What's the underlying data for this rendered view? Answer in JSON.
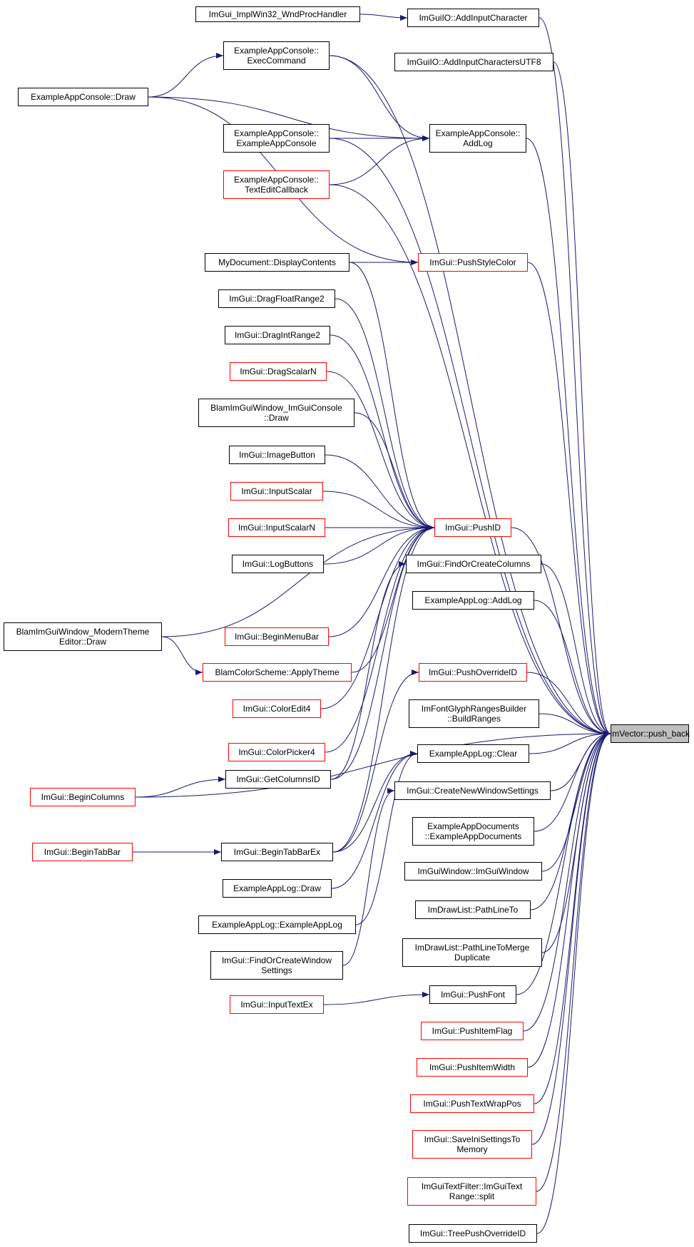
{
  "diagram": {
    "type": "call-graph",
    "colors": {
      "edge": "#191970",
      "node_border": "#000000",
      "node_border_truncated": "#ff0000",
      "focus_fill": "#bfbfbf"
    },
    "focus": "n_push_back",
    "nodes": [
      {
        "id": "n_wndproc",
        "label": "ImGui_ImplWin32_WndProcHandler",
        "border": "black"
      },
      {
        "id": "n_addinputchar",
        "label": "ImGuiIO::AddInputCharacter",
        "border": "black"
      },
      {
        "id": "n_addinpututf8",
        "label": "ImGuiIO::AddInputCharactersUTF8",
        "border": "black"
      },
      {
        "id": "n_execcmd",
        "label": "ExampleAppConsole::\nExecCommand",
        "border": "black"
      },
      {
        "id": "n_consoledraw",
        "label": "ExampleAppConsole::Draw",
        "border": "black"
      },
      {
        "id": "n_consolector",
        "label": "ExampleAppConsole::\nExampleAppConsole",
        "border": "black"
      },
      {
        "id": "n_consoleaddlog",
        "label": "ExampleAppConsole::\nAddLog",
        "border": "black"
      },
      {
        "id": "n_texteditcb",
        "label": "ExampleAppConsole::\nTextEditCallback",
        "border": "red"
      },
      {
        "id": "n_displaycontents",
        "label": "MyDocument::DisplayContents",
        "border": "black"
      },
      {
        "id": "n_pushstylecolor",
        "label": "ImGui::PushStyleColor",
        "border": "red"
      },
      {
        "id": "n_dragfloatrange2",
        "label": "ImGui::DragFloatRange2",
        "border": "black"
      },
      {
        "id": "n_dragintrange2",
        "label": "ImGui::DragIntRange2",
        "border": "black"
      },
      {
        "id": "n_dragscalarn",
        "label": "ImGui::DragScalarN",
        "border": "red"
      },
      {
        "id": "n_blamconsoledraw",
        "label": "BlamImGuiWindow_ImGuiConsole\n::Draw",
        "border": "black"
      },
      {
        "id": "n_imagebutton",
        "label": "ImGui::ImageButton",
        "border": "black"
      },
      {
        "id": "n_inputscalar",
        "label": "ImGui::InputScalar",
        "border": "red"
      },
      {
        "id": "n_inputscalarn",
        "label": "ImGui::InputScalarN",
        "border": "red"
      },
      {
        "id": "n_pushid",
        "label": "ImGui::PushID",
        "border": "red"
      },
      {
        "id": "n_logbuttons",
        "label": "ImGui::LogButtons",
        "border": "black"
      },
      {
        "id": "n_findorcreatecols",
        "label": "ImGui::FindOrCreateColumns",
        "border": "black"
      },
      {
        "id": "n_applogaddlog",
        "label": "ExampleAppLog::AddLog",
        "border": "black"
      },
      {
        "id": "n_blamthemedraw",
        "label": "BlamImGuiWindow_ModernTheme\nEditor::Draw",
        "border": "black"
      },
      {
        "id": "n_beginmenubar",
        "label": "ImGui::BeginMenuBar",
        "border": "red"
      },
      {
        "id": "n_applytheme",
        "label": "BlamColorScheme::ApplyTheme",
        "border": "red"
      },
      {
        "id": "n_pushoverrideid",
        "label": "ImGui::PushOverrideID",
        "border": "red"
      },
      {
        "id": "n_coloredit4",
        "label": "ImGui::ColorEdit4",
        "border": "red"
      },
      {
        "id": "n_buildranges",
        "label": "ImFontGlyphRangesBuilder\n::BuildRanges",
        "border": "black"
      },
      {
        "id": "n_push_back",
        "label": "ImVector::push_back",
        "border": "black",
        "focus": true
      },
      {
        "id": "n_colorpicker4",
        "label": "ImGui::ColorPicker4",
        "border": "red"
      },
      {
        "id": "n_applogclear",
        "label": "ExampleAppLog::Clear",
        "border": "black"
      },
      {
        "id": "n_getcolumnsid",
        "label": "ImGui::GetColumnsID",
        "border": "black"
      },
      {
        "id": "n_begincolumns",
        "label": "ImGui::BeginColumns",
        "border": "red"
      },
      {
        "id": "n_createwinsettings",
        "label": "ImGui::CreateNewWindowSettings",
        "border": "black"
      },
      {
        "id": "n_appdocsctor",
        "label": "ExampleAppDocuments\n::ExampleAppDocuments",
        "border": "black"
      },
      {
        "id": "n_begintabbar",
        "label": "ImGui::BeginTabBar",
        "border": "red"
      },
      {
        "id": "n_begintabbarex",
        "label": "ImGui::BeginTabBarEx",
        "border": "black"
      },
      {
        "id": "n_imguiwindowctor",
        "label": "ImGuiWindow::ImGuiWindow",
        "border": "black"
      },
      {
        "id": "n_applogdraw",
        "label": "ExampleAppLog::Draw",
        "border": "black"
      },
      {
        "id": "n_pathlineto",
        "label": "ImDrawList::PathLineTo",
        "border": "black"
      },
      {
        "id": "n_applogctor",
        "label": "ExampleAppLog::ExampleAppLog",
        "border": "black"
      },
      {
        "id": "n_pathlinetomerge",
        "label": "ImDrawList::PathLineToMerge\nDuplicate",
        "border": "black"
      },
      {
        "id": "n_findorcreatewinsettings",
        "label": "ImGui::FindOrCreateWindow\nSettings",
        "border": "black"
      },
      {
        "id": "n_pushfont",
        "label": "ImGui::PushFont",
        "border": "black"
      },
      {
        "id": "n_inputtextex",
        "label": "ImGui::InputTextEx",
        "border": "red"
      },
      {
        "id": "n_pushitemflag",
        "label": "ImGui::PushItemFlag",
        "border": "red"
      },
      {
        "id": "n_pushitemwidth",
        "label": "ImGui::PushItemWidth",
        "border": "red"
      },
      {
        "id": "n_pushtextwrappos",
        "label": "ImGui::PushTextWrapPos",
        "border": "red"
      },
      {
        "id": "n_saveinisettings",
        "label": "ImGui::SaveIniSettingsTo\nMemory",
        "border": "red"
      },
      {
        "id": "n_textfiltersplit",
        "label": "ImGuiTextFilter::ImGuiText\nRange::split",
        "border": "red"
      },
      {
        "id": "n_treepushoverrideid",
        "label": "ImGui::TreePushOverrideID",
        "border": "black"
      }
    ],
    "edges": [
      [
        "n_wndproc",
        "n_addinputchar"
      ],
      [
        "n_consoledraw",
        "n_execcmd"
      ],
      [
        "n_consoledraw",
        "n_consoleaddlog"
      ],
      [
        "n_execcmd",
        "n_consoleaddlog"
      ],
      [
        "n_consolector",
        "n_consoleaddlog"
      ],
      [
        "n_texteditcb",
        "n_consoleaddlog"
      ],
      [
        "n_consoledraw",
        "n_pushstylecolor"
      ],
      [
        "n_displaycontents",
        "n_pushstylecolor"
      ],
      [
        "n_displaycontents",
        "n_pushid"
      ],
      [
        "n_dragfloatrange2",
        "n_pushid"
      ],
      [
        "n_dragintrange2",
        "n_pushid"
      ],
      [
        "n_dragscalarn",
        "n_pushid"
      ],
      [
        "n_blamconsoledraw",
        "n_pushid"
      ],
      [
        "n_imagebutton",
        "n_pushid"
      ],
      [
        "n_inputscalar",
        "n_pushid"
      ],
      [
        "n_inputscalarn",
        "n_pushid"
      ],
      [
        "n_logbuttons",
        "n_pushid"
      ],
      [
        "n_blamthemedraw",
        "n_pushid"
      ],
      [
        "n_beginmenubar",
        "n_pushid"
      ],
      [
        "n_applytheme",
        "n_pushid"
      ],
      [
        "n_coloredit4",
        "n_pushid"
      ],
      [
        "n_colorpicker4",
        "n_pushid"
      ],
      [
        "n_getcolumnsid",
        "n_pushid"
      ],
      [
        "n_begintabbarex",
        "n_pushid"
      ],
      [
        "n_blamthemedraw",
        "n_applytheme"
      ],
      [
        "n_getcolumnsid",
        "n_findorcreatecols"
      ],
      [
        "n_begincolumns",
        "n_getcolumnsid"
      ],
      [
        "n_begintabbar",
        "n_begintabbarex"
      ],
      [
        "n_begintabbarex",
        "n_pushoverrideid"
      ],
      [
        "n_begintabbarex",
        "n_applogclear"
      ],
      [
        "n_applogdraw",
        "n_applogclear"
      ],
      [
        "n_applogctor",
        "n_applogclear"
      ],
      [
        "n_findorcreatewinsettings",
        "n_createwinsettings"
      ],
      [
        "n_inputtextex",
        "n_pushfont"
      ],
      [
        "n_addinputchar",
        "n_push_back"
      ],
      [
        "n_addinpututf8",
        "n_push_back"
      ],
      [
        "n_execcmd",
        "n_push_back"
      ],
      [
        "n_consoleaddlog",
        "n_push_back"
      ],
      [
        "n_consolector",
        "n_push_back"
      ],
      [
        "n_texteditcb",
        "n_push_back"
      ],
      [
        "n_pushstylecolor",
        "n_push_back"
      ],
      [
        "n_pushid",
        "n_push_back"
      ],
      [
        "n_findorcreatecols",
        "n_push_back"
      ],
      [
        "n_applogaddlog",
        "n_push_back"
      ],
      [
        "n_begincolumns",
        "n_push_back"
      ],
      [
        "n_pushoverrideid",
        "n_push_back"
      ],
      [
        "n_buildranges",
        "n_push_back"
      ],
      [
        "n_applogclear",
        "n_push_back"
      ],
      [
        "n_createwinsettings",
        "n_push_back"
      ],
      [
        "n_appdocsctor",
        "n_push_back"
      ],
      [
        "n_imguiwindowctor",
        "n_push_back"
      ],
      [
        "n_pathlineto",
        "n_push_back"
      ],
      [
        "n_pathlinetomerge",
        "n_push_back"
      ],
      [
        "n_pushfont",
        "n_push_back"
      ],
      [
        "n_pushitemflag",
        "n_push_back"
      ],
      [
        "n_pushitemwidth",
        "n_push_back"
      ],
      [
        "n_pushtextwrappos",
        "n_push_back"
      ],
      [
        "n_saveinisettings",
        "n_push_back"
      ],
      [
        "n_textfiltersplit",
        "n_push_back"
      ],
      [
        "n_treepushoverrideid",
        "n_push_back"
      ]
    ]
  }
}
